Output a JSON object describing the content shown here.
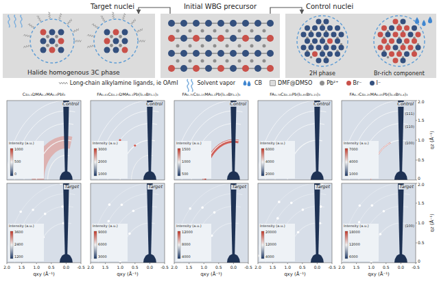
{
  "diagram": {
    "nodes": [
      {
        "text": [
          "Target nuclei",
          "Halide homogenous 3C phase"
        ]
      },
      {
        "text": [
          "Initial WBG precursor"
        ]
      },
      {
        "text": [
          "Control nuclei"
        ]
      },
      {
        "text": [
          "2H phase"
        ],
        "in": 2
      },
      {
        "text": [
          "Br-rich component"
        ],
        "in": 2
      }
    ],
    "edges": [
      {
        "from": 1,
        "to": 0,
        "arrow": "to"
      },
      {
        "from": 1,
        "to": 2,
        "arrow": "to"
      }
    ],
    "labels": [
      "Cs₀.₃DMA₀.₂MA₀.₅PbI₃",
      "FA₀.₆₃Cs₀.₂₇DMA₀.₁Pb(I₀.₉Br₀.₁)₃",
      "FA₀.₇₅Cs₀.₁₅MA₀.₁Pb(I₀.₈Br₀.₂)₃",
      "FA₀.₇₈Cs₀.₂₂Pb(I₀.₈₅Br₀.₁₅)₃",
      "FA₀.₇Cs₀.₂₅MA₀.₀₅Pb(I₀.₆Br₀.₄)₃",
      "Control",
      "Control",
      "Control",
      "Control",
      "Control",
      "Target",
      "Target",
      "Target",
      "Target",
      "Target",
      "Intensity (a.u.)",
      "1000",
      "500",
      "0",
      "Intensity (a.u.)",
      "3000",
      "2000",
      "1000",
      "Intensity (a.u.)",
      "1500",
      "1000",
      "500",
      "Intensity (a.u.)",
      "6000",
      "4000",
      "2000",
      "Intensity (a.u.)",
      "7000",
      "4000",
      "1000",
      "Intensity (a.u.)",
      "3600",
      "2400",
      "1200",
      "Intensity (a.u.)",
      "9000",
      "6000",
      "3000",
      "Intensity (a.u.)",
      "12000",
      "8000",
      "4000",
      "Intensity (a.u.)",
      "20000",
      "12000",
      "4000",
      "Intensity (a.u.)",
      "18000",
      "12000",
      "6000",
      "(111)",
      "(110)",
      "(100)",
      "(100)",
      "2.0",
      "1.5",
      "1.0",
      "0.5",
      "0",
      "2.0",
      "1.5",
      "1.0",
      "0.5",
      "0",
      "qz (Å⁻¹)",
      "qz (Å⁻¹)",
      "2.0",
      "1.5",
      "1.0",
      "0.5",
      "0.0",
      "-0.5",
      "2.0",
      "1.5",
      "1.0",
      "0.5",
      "0.0",
      "-0.5",
      "2.0",
      "1.5",
      "1.0",
      "0.5",
      "0.0",
      "-0.5",
      "2.0",
      "1.5",
      "1.0",
      "0.5",
      "0.0",
      "-0.5",
      "2.0",
      "1.5",
      "1.0",
      "0.5",
      "0.0",
      "-0.5",
      "qxy (Å⁻¹)",
      "qxy (Å⁻¹)",
      "qxy (Å⁻¹)",
      "qxy (Å⁻¹)",
      "qxy (Å⁻¹)"
    ],
    "legend": [
      {
        "text": "I⁻",
        "color": "#34507e"
      },
      {
        "text": "Br⁻",
        "color": "#c9514a"
      },
      {
        "text": "Pb²⁺",
        "color": "#8d8d8d"
      },
      {
        "text": "DMF@DMSO",
        "color": "#dcdcdc"
      },
      {
        "text": "CB"
      },
      {
        "text": "Solvent vapor"
      },
      {
        "text": "Long-chain alkylamine ligands, ie OAmI"
      }
    ]
  }
}
